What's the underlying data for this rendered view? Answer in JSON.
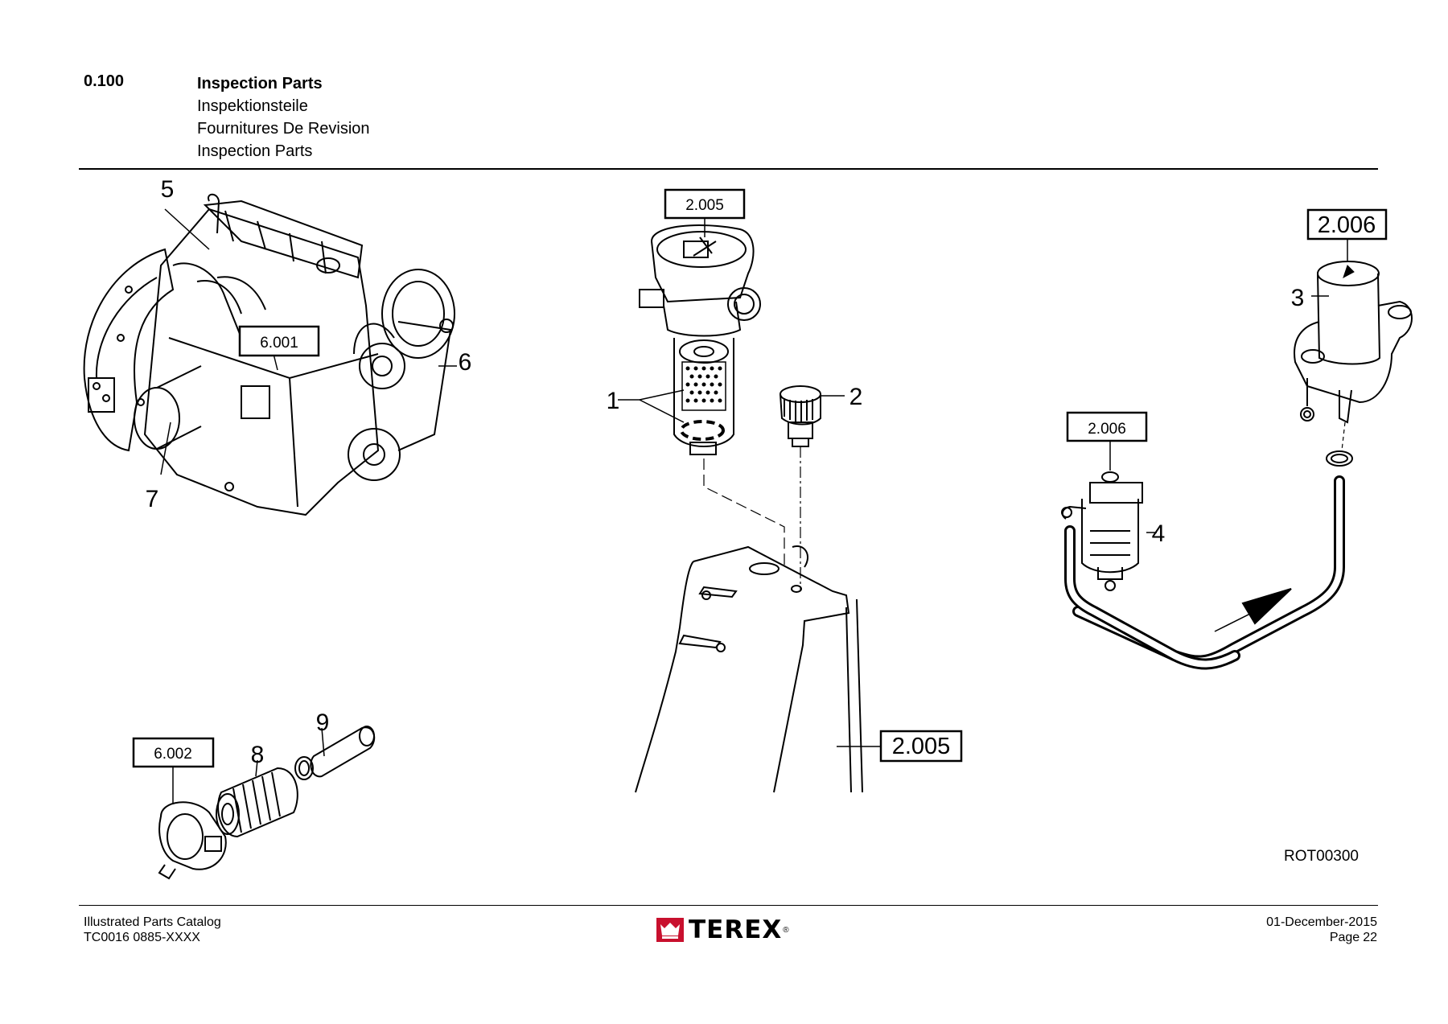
{
  "header": {
    "section_number": "0.100",
    "titles": [
      "Inspection Parts",
      "Inspektionsteile",
      "Fournitures De Revision",
      "Inspection Parts"
    ]
  },
  "callouts": {
    "ref_2005_top": "2.005",
    "ref_2006_top": "2.006",
    "ref_2006_mid": "2.006",
    "ref_6001": "6.001",
    "ref_6002": "6.002",
    "ref_2005_bottom": "2.005",
    "item_1": "1",
    "item_2": "2",
    "item_3": "3",
    "item_4": "4",
    "item_5": "5",
    "item_6": "6",
    "item_7": "7",
    "item_8": "8",
    "item_9": "9"
  },
  "drawing_ref": "ROT00300",
  "footer": {
    "catalog_title": "Illustrated Parts Catalog",
    "catalog_code": "TC0016 0885-XXXX",
    "date": "01-December-2015",
    "page_label": "Page",
    "page_number": "22",
    "brand": "TEREX",
    "brand_mark": "®"
  }
}
